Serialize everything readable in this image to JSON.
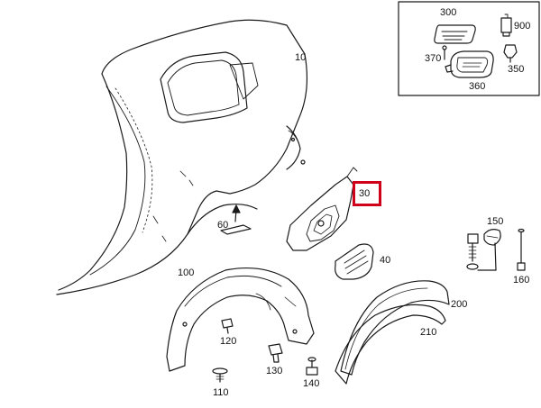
{
  "colors": {
    "line": "#1a1a1a",
    "highlight": "#d0021b",
    "background": "#ffffff"
  },
  "parts": {
    "p10": "10",
    "p30": "30",
    "p40": "40",
    "p60": "60",
    "p100": "100",
    "p110": "110",
    "p120": "120",
    "p130": "130",
    "p140": "140",
    "p150": "150",
    "p160": "160",
    "p200": "200",
    "p210": "210",
    "p300": "300",
    "p350": "350",
    "p360": "360",
    "p370": "370",
    "p900": "900"
  },
  "highlighted_part": "30"
}
